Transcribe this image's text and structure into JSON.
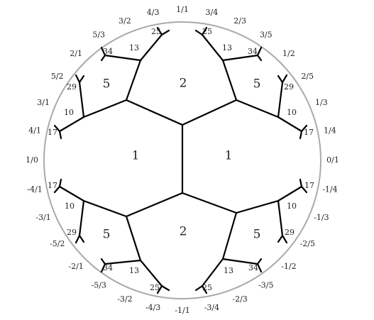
{
  "regions": {
    "left_1": "1",
    "right_1": "1",
    "top_2": "2",
    "bottom_2": "2",
    "ul_5": "5",
    "ur_5": "5",
    "ll_5": "5",
    "lr_5": "5"
  },
  "small_numbers": [
    "25",
    "13",
    "34",
    "25",
    "13",
    "34",
    "29",
    "10",
    "17",
    "29",
    "10",
    "17",
    "17",
    "10",
    "29",
    "17",
    "10",
    "29",
    "34",
    "13",
    "25",
    "34",
    "13",
    "25"
  ],
  "boundary_fractions": [
    "1/1",
    "3/4",
    "2/3",
    "3/5",
    "1/2",
    "2/5",
    "1/3",
    "1/4",
    "0/1",
    "-1/4",
    "-1/3",
    "-2/5",
    "-1/2",
    "-3/5",
    "-2/3",
    "-3/4",
    "-1/1",
    "-4/3",
    "-3/2",
    "-5/3",
    "-2/1",
    "-5/2",
    "-3/1",
    "-4/1",
    "1/0",
    "4/1",
    "3/1",
    "5/2",
    "2/1",
    "5/3",
    "3/2",
    "4/3"
  ]
}
